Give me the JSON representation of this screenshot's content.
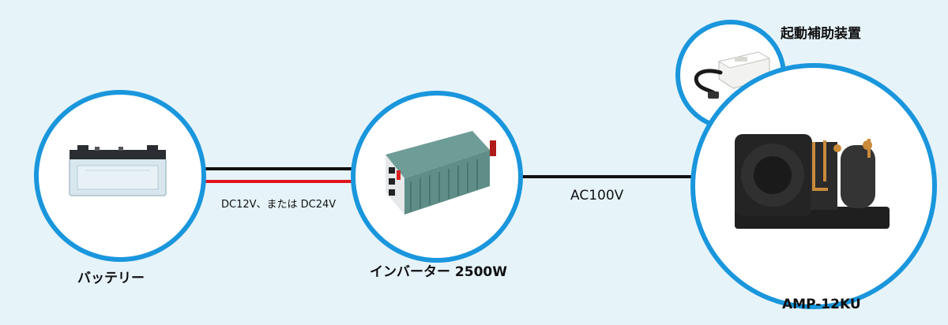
{
  "components": {
    "battery": {
      "label": "バッテリー"
    },
    "inverter": {
      "label": "インバーター 2500W"
    },
    "starter": {
      "label": "起動補助装置"
    },
    "unit": {
      "label": "AMP-12KU"
    }
  },
  "connections": {
    "dc": {
      "label": "DC12V、または DC24V"
    },
    "ac": {
      "label": "AC100V"
    }
  },
  "colors": {
    "background": "#e6f4fa",
    "circle_stroke": "#1a96dd",
    "wire_black": "#111111",
    "wire_red": "#e0141e"
  }
}
